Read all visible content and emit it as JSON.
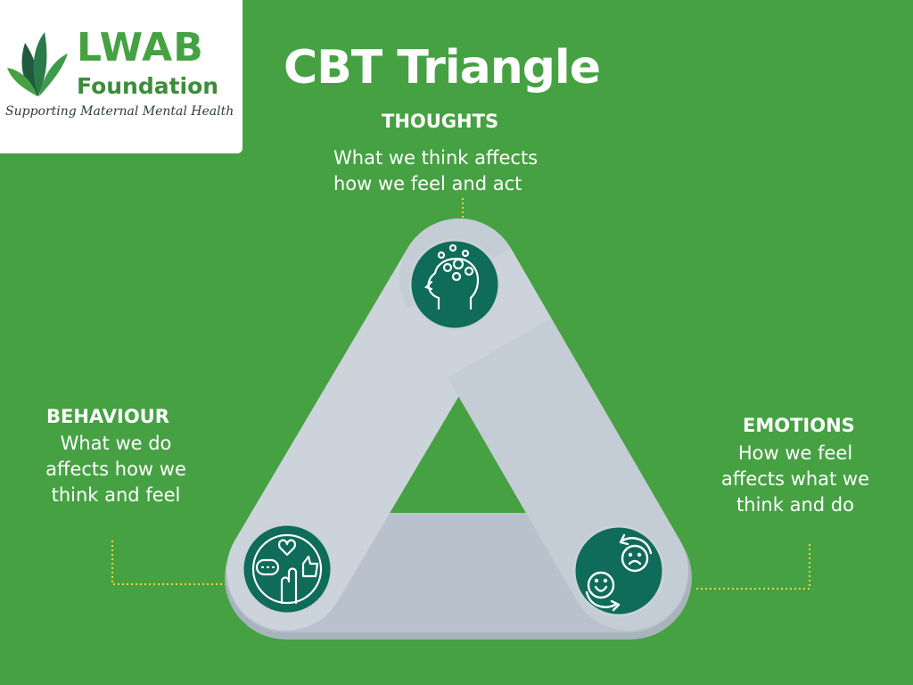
{
  "logo": {
    "name": "LWAB",
    "sub": "Foundation",
    "tagline": "Supporting Maternal Mental Health",
    "colors": {
      "green": "#46a143",
      "dark_teal": "#1f5a3e"
    }
  },
  "title": "CBT Triangle",
  "nodes": {
    "thoughts": {
      "heading": "THOUGHTS",
      "description": "What we think affects\nhow we feel and act",
      "icon": "head-swirls-icon"
    },
    "behaviour": {
      "heading": "BEHAVIOUR",
      "description": "What we do\naffects how we\nthink and feel",
      "icon": "hand-thumbs-up-heart-icon"
    },
    "emotions": {
      "heading": "EMOTIONS",
      "description": "How we feel\naffects what we\nthink and do",
      "icon": "sad-happy-faces-cycle-icon"
    }
  },
  "colors": {
    "background": "#46a143",
    "band_light": "#ccd3db",
    "band_mid": "#b9c2cc",
    "band_shadow": "#a9b3bd",
    "node_fill": "#0f6b5a",
    "connector": "#f2d43a",
    "text": "#ffffff"
  }
}
